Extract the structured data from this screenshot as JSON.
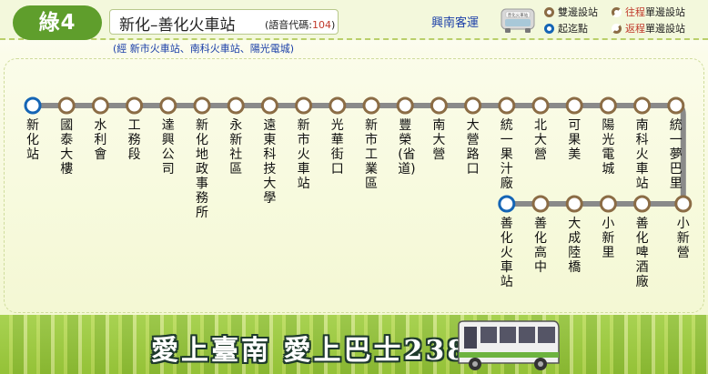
{
  "header": {
    "route_badge": "綠4",
    "title": "新化–善化火車站",
    "voice_label": "(語音代碼:",
    "voice_code": "104",
    "voice_close": ")",
    "via": "(經  新市火車站、南科火車站、陽光電城)",
    "operator": "興南客運",
    "bus_sign": "善化火車站"
  },
  "legend": {
    "both_ways": "雙邊設站",
    "start_end": "起迄點",
    "outbound_prefix": "往程",
    "outbound_suffix": "單邊設站",
    "return_prefix": "返程",
    "return_suffix": "單邊設站"
  },
  "colors": {
    "route_line": "#8a8a8a",
    "stop_ring_both": "#8b6c45",
    "stop_ring_terminal": "#1565b5",
    "badge_green": "#5f9e2c",
    "accent_red": "#c0392b",
    "via_blue": "#1b3fa8"
  },
  "stops_top": [
    {
      "name": "新化站",
      "type": "terminal"
    },
    {
      "name": "國泰大樓",
      "type": "both"
    },
    {
      "name": "水利會",
      "type": "both"
    },
    {
      "name": "工務段",
      "type": "both"
    },
    {
      "name": "達興公司",
      "type": "both"
    },
    {
      "name": "新化地政事務所",
      "type": "both"
    },
    {
      "name": "永新社區",
      "type": "both"
    },
    {
      "name": "遠東科技大學",
      "type": "both"
    },
    {
      "name": "新市火車站",
      "type": "both"
    },
    {
      "name": "光華街口",
      "type": "both"
    },
    {
      "name": "新市工業區",
      "type": "both"
    },
    {
      "name": "豐榮(省道)",
      "type": "both"
    },
    {
      "name": "南大營",
      "type": "both"
    },
    {
      "name": "大營路口",
      "type": "both"
    },
    {
      "name": "統一果汁廠",
      "type": "both"
    },
    {
      "name": "北大營",
      "type": "both"
    },
    {
      "name": "可果美",
      "type": "both"
    },
    {
      "name": "陽光電城",
      "type": "both"
    },
    {
      "name": "南科火車站",
      "type": "both"
    },
    {
      "name": "統一夢巴里",
      "type": "both"
    }
  ],
  "stops_bottom": [
    {
      "name": "小新營",
      "type": "both"
    },
    {
      "name": "善化啤酒廠",
      "type": "both"
    },
    {
      "name": "小新里",
      "type": "both"
    },
    {
      "name": "大成陸橋",
      "type": "both"
    },
    {
      "name": "善化高中",
      "type": "both"
    },
    {
      "name": "善化火車站",
      "type": "terminal"
    }
  ],
  "footer": {
    "slogan": "愛上臺南 愛上巴士2384"
  }
}
